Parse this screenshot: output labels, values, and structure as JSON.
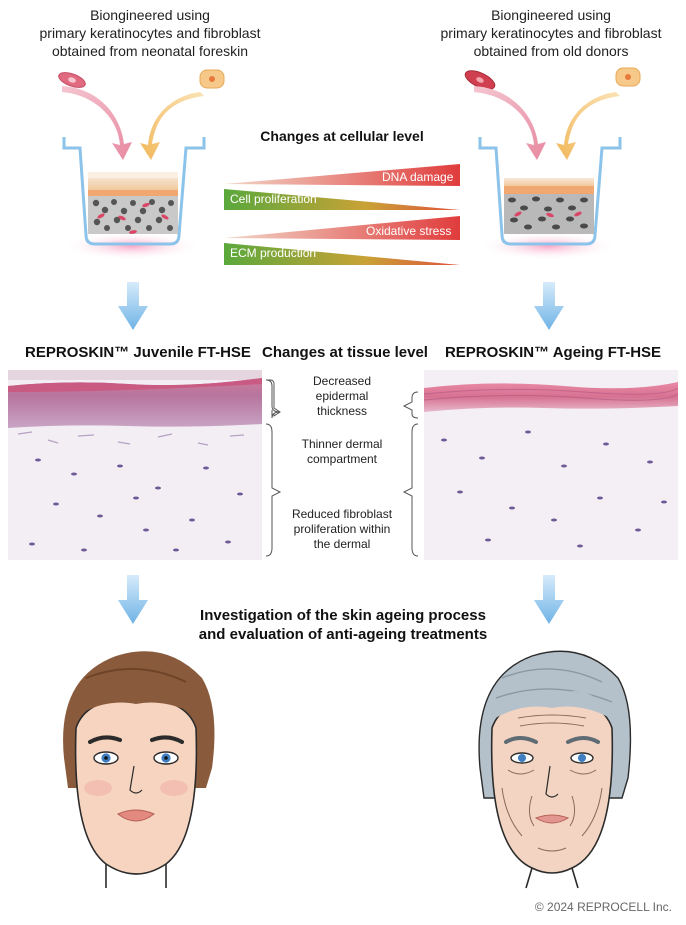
{
  "left_source": {
    "line1": "Biongineered using",
    "line2": "primary keratinocytes and fibroblast",
    "line3": "obtained from neonatal foreskin"
  },
  "right_source": {
    "line1": "Biongineered using",
    "line2": "primary keratinocytes and fibroblast",
    "line3": "obtained from old donors"
  },
  "cellular": {
    "title": "Changes at cellular level",
    "wedges": [
      {
        "increasing": "DNA damage",
        "decreasing": "Cell proliferation"
      },
      {
        "increasing": "Oxidative stress",
        "decreasing": "ECM production"
      }
    ],
    "colors": {
      "red": "#e03c3c",
      "green": "#5aa83c"
    }
  },
  "models": {
    "juvenile": "REPROSKIN™ Juvenile FT-HSE",
    "ageing": "REPROSKIN™ Ageing FT-HSE"
  },
  "tissue": {
    "title": "Changes at tissue level",
    "items": [
      {
        "line1": "Decreased",
        "line2": "epidermal",
        "line3": "thickness"
      },
      {
        "line1": "Thinner dermal",
        "line2": "compartment"
      },
      {
        "line1": "Reduced fibroblast",
        "line2": "proliferation within",
        "line3": "the dermal"
      }
    ]
  },
  "investigation": {
    "line1": "Investigation of the skin ageing process",
    "line2": "and evaluation of anti-ageing treatments"
  },
  "copyright": "© 2024 REPROCELL Inc.",
  "palette": {
    "arrow_blue": "#7ab8e8",
    "pink": "#e8a0b4",
    "orange": "#f3c77a",
    "cup_blue": "#9cc8ea"
  }
}
